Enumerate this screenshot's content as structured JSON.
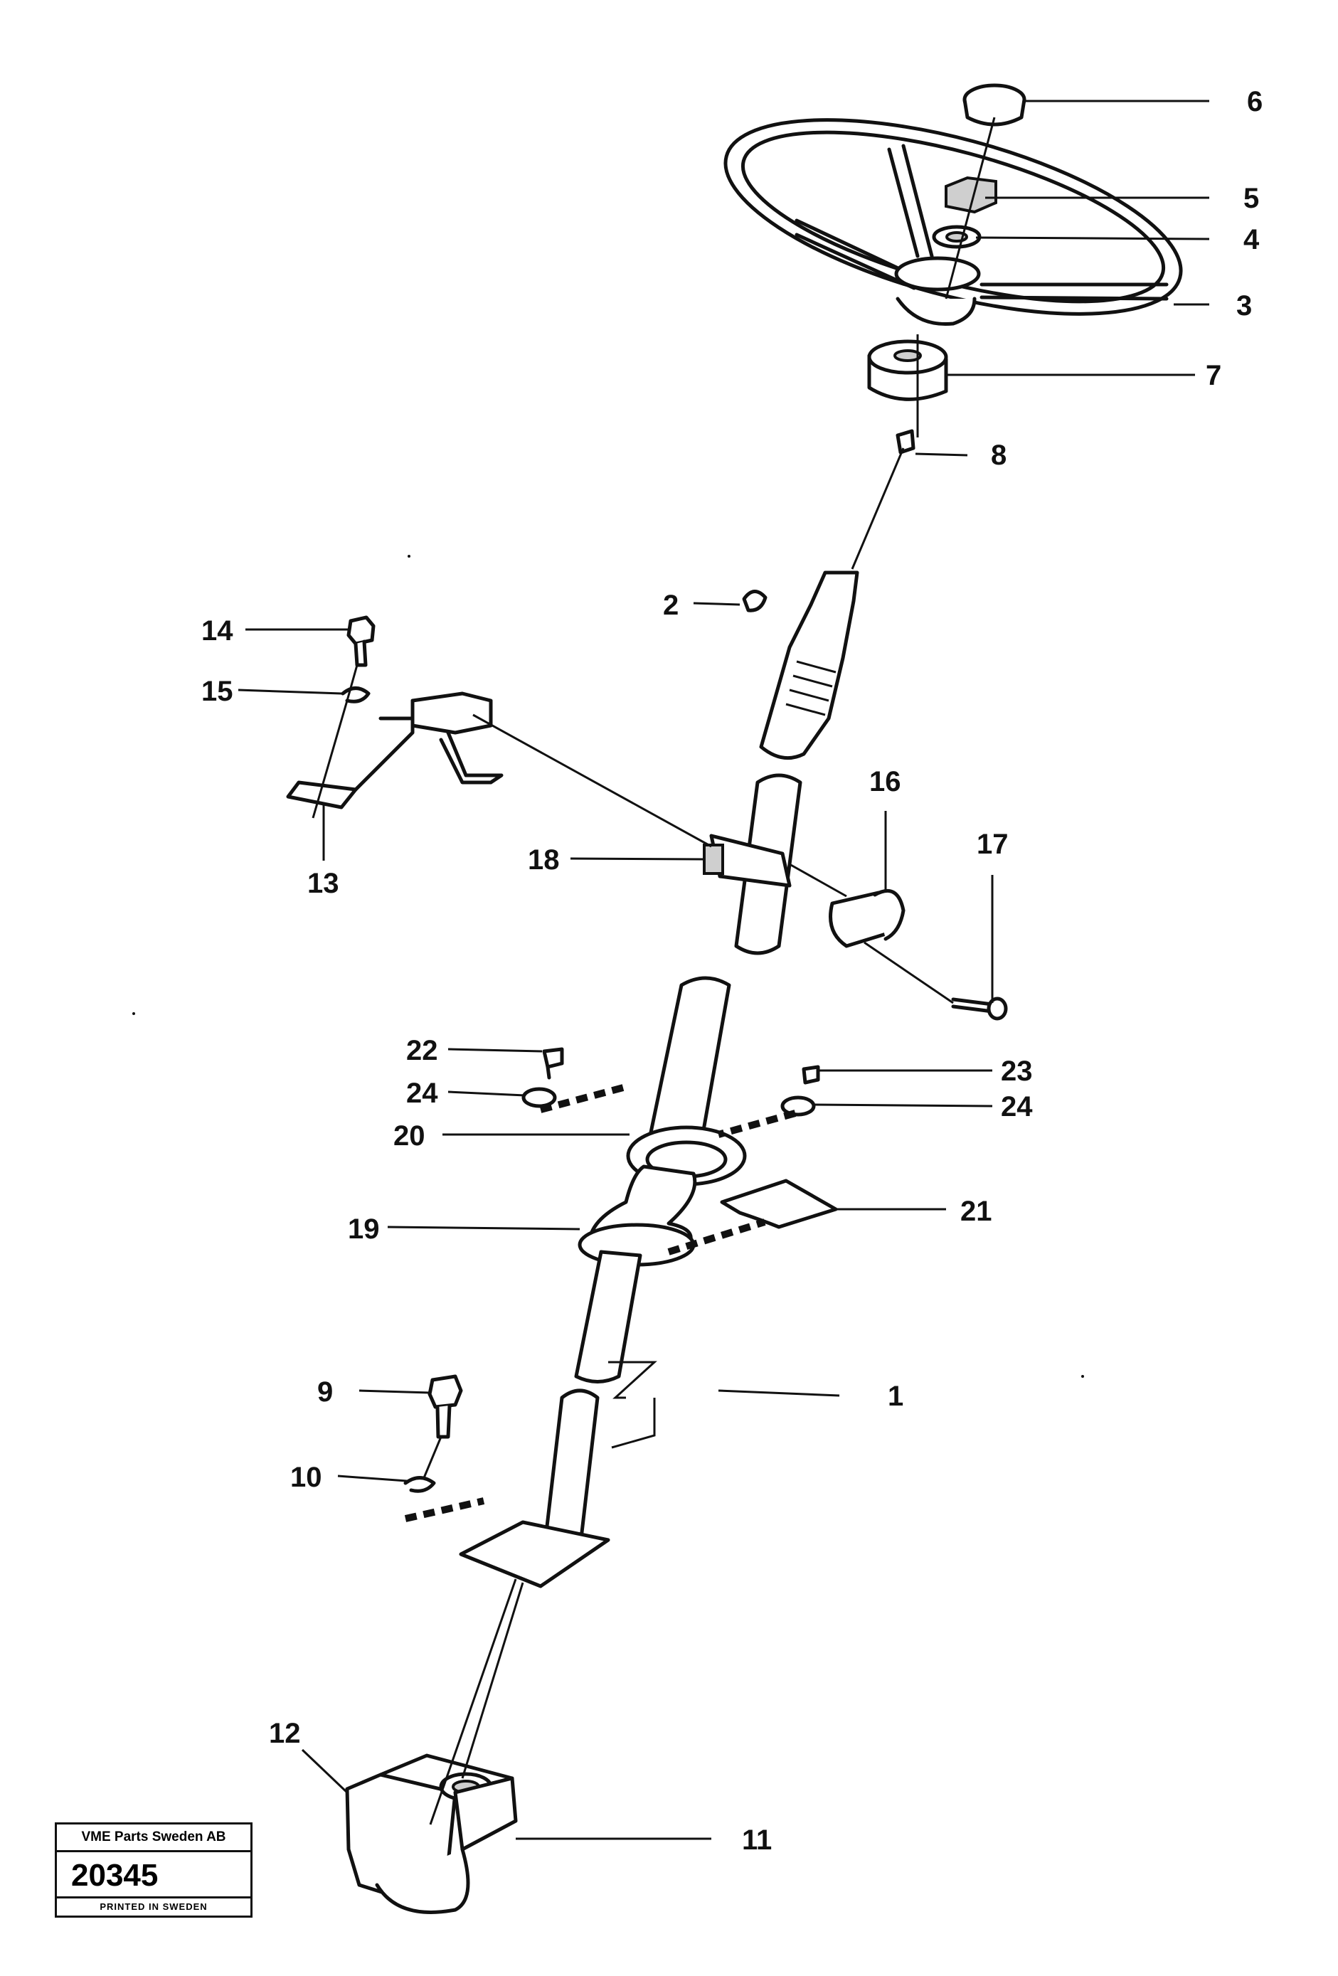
{
  "callouts": [
    {
      "id": "1",
      "label": "1"
    },
    {
      "id": "2",
      "label": "2"
    },
    {
      "id": "3",
      "label": "3"
    },
    {
      "id": "4",
      "label": "4"
    },
    {
      "id": "5",
      "label": "5"
    },
    {
      "id": "6",
      "label": "6"
    },
    {
      "id": "7",
      "label": "7"
    },
    {
      "id": "8",
      "label": "8"
    },
    {
      "id": "9",
      "label": "9"
    },
    {
      "id": "10",
      "label": "10"
    },
    {
      "id": "11",
      "label": "11"
    },
    {
      "id": "12",
      "label": "12"
    },
    {
      "id": "13",
      "label": "13"
    },
    {
      "id": "14",
      "label": "14"
    },
    {
      "id": "15",
      "label": "15"
    },
    {
      "id": "16",
      "label": "16"
    },
    {
      "id": "17",
      "label": "17"
    },
    {
      "id": "18",
      "label": "18"
    },
    {
      "id": "19",
      "label": "19"
    },
    {
      "id": "20",
      "label": "20"
    },
    {
      "id": "21",
      "label": "21"
    },
    {
      "id": "22",
      "label": "22"
    },
    {
      "id": "23",
      "label": "23"
    },
    {
      "id": "24a",
      "label": "24"
    },
    {
      "id": "24b",
      "label": "24"
    }
  ],
  "stamp": {
    "company": "VME Parts Sweden AB",
    "number": "20345",
    "printed": "PRINTED IN SWEDEN"
  }
}
